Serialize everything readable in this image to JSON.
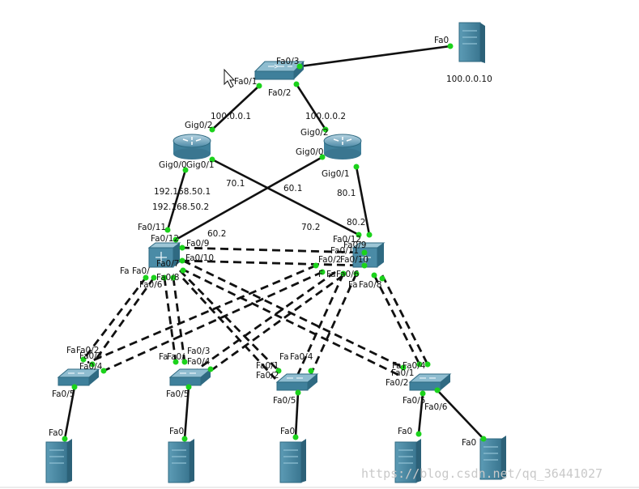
{
  "colors": {
    "link": "#111111",
    "port_dot": "#1bd21b",
    "device_fill": "#4f8ea8",
    "device_dark": "#2f6a82"
  },
  "devices": {
    "core_switch": {
      "type": "switch",
      "icon": "switch-icon"
    },
    "router_left": {
      "type": "router",
      "icon": "router-icon"
    },
    "router_right": {
      "type": "router",
      "icon": "router-icon"
    },
    "l3_left": {
      "type": "multilayer-switch",
      "icon": "multilayer-switch-icon"
    },
    "l3_right": {
      "type": "multilayer-switch",
      "icon": "multilayer-switch-icon"
    },
    "access_1": {
      "type": "switch",
      "icon": "switch-icon"
    },
    "access_2": {
      "type": "switch",
      "icon": "switch-icon"
    },
    "access_3": {
      "type": "switch",
      "icon": "switch-icon"
    },
    "access_4": {
      "type": "switch",
      "icon": "switch-icon"
    },
    "server_top": {
      "type": "server",
      "icon": "server-icon",
      "ip_label": "100.0.0.10"
    },
    "pc_1": {
      "type": "server",
      "icon": "server-icon"
    },
    "pc_2": {
      "type": "server",
      "icon": "server-icon"
    },
    "pc_3": {
      "type": "server",
      "icon": "server-icon"
    },
    "pc_4": {
      "type": "server",
      "icon": "server-icon"
    },
    "pc_5": {
      "type": "server",
      "icon": "server-icon"
    }
  },
  "labels": {
    "server_fa0": "Fa0",
    "server_ip": "100.0.0.10",
    "core_fa03": "Fa0/3",
    "core_fa01": "Fa0/1",
    "core_fa02": "Fa0/2",
    "ip_100_1": "100.0.0.1",
    "ip_100_2": "100.0.0.2",
    "rl_gig02": "Gig0/2",
    "rr_gig02": "Gig0/2",
    "rr_gig00": "Gig0/0",
    "rl_gig00": "Gig0/0",
    "rl_gig01": "Gig0/1",
    "rr_gig01": "Gig0/1",
    "ip_70_1": "70.1",
    "ip_60_1": "60.1",
    "ip_80_1": "80.1",
    "ip_50_1": "192.168.50.1",
    "ip_50_2": "192.168.50.2",
    "ip_70_2": "70.2",
    "ip_80_2": "80.2",
    "ip_60_2": "60.2",
    "l3l_fa011": "Fa0/11",
    "l3l_fa012": "Fa0/12",
    "l3l_fa09": "Fa0/9",
    "l3l_fa010": "Fa0/10",
    "l3l_fa07": "Fa0/7",
    "l3l_fa08": "Fa0/8",
    "l3l_fa06": "Fa0/6",
    "l3l_fa_a": "Fa",
    "l3l_fa0_trunc": "Fa0/",
    "l3r_fa012": "Fa0/12",
    "l3r_fa011": "Fa0/11",
    "l3r_fa09": "Fa0/9",
    "l3r_fa010": "Fa0/10",
    "l3r_fa06": "Fa0/6",
    "l3r_fa08": "Fa0/8",
    "l3r_fa_a": "Fa",
    "l3r_fa_b": "F",
    "l3r_fa_c": "Fa",
    "l3r_fa02": "Fa0/2",
    "a1_fa_a": "Fa",
    "a1_fa02": "Fa0/2",
    "a1_fa03": "Fa0/3",
    "a1_fa04": "Fa0/4",
    "a1_fa05": "Fa0/5",
    "a2_fa_a": "Fa",
    "a2_fa0": "Fa0/",
    "a2_fa03": "Fa0/3",
    "a2_fa04": "Fa0/4",
    "a2_fa05": "Fa0/5",
    "a3_fa_a": "Fa",
    "a3_fa04": "Fa0/4",
    "a3_fa01": "Fa0/1",
    "a3_fa02": "Fa0/2",
    "a3_fa05": "Fa0/5",
    "a4_fa_a": "Fa",
    "a4_fa04": "Fa0/4",
    "a4_fa01": "Fa0/1",
    "a4_fa02": "Fa0/2",
    "a4_fa05": "Fa0/5",
    "a4_fa06": "Fa0/6",
    "pc1_fa0": "Fa0",
    "pc2_fa0": "Fa0",
    "pc3_fa0": "Fa0",
    "pc4_fa0": "Fa0",
    "pc5_fa0": "Fa0"
  },
  "watermark": "https://blog.csdn.net/qq_36441027"
}
